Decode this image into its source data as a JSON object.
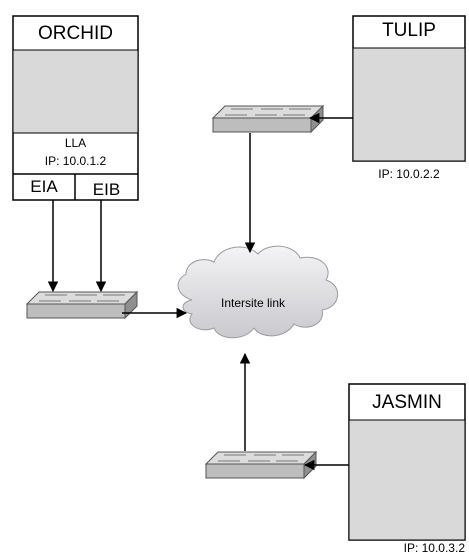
{
  "diagram": {
    "hosts": {
      "orchid": {
        "name": "ORCHID",
        "adapter_label": "LLA",
        "ip": "IP: 10.0.1.2",
        "nic_a": "EIA",
        "nic_b": "EIB"
      },
      "tulip": {
        "name": "TULIP",
        "ip": "IP: 10.0.2.2"
      },
      "jasmin": {
        "name": "JASMIN",
        "ip": "IP: 10.0.3.2"
      }
    },
    "cloud": {
      "label": "Intersite link"
    },
    "icons": {
      "switch": "network-switch-icon",
      "cloud": "cloud-icon",
      "arrow": "arrowhead"
    },
    "colors": {
      "panel_fill": "#d9d9d9",
      "cloud_fill": "#e8e8ec",
      "switch_fill": "#c0c0c0",
      "line": "#000000"
    }
  }
}
